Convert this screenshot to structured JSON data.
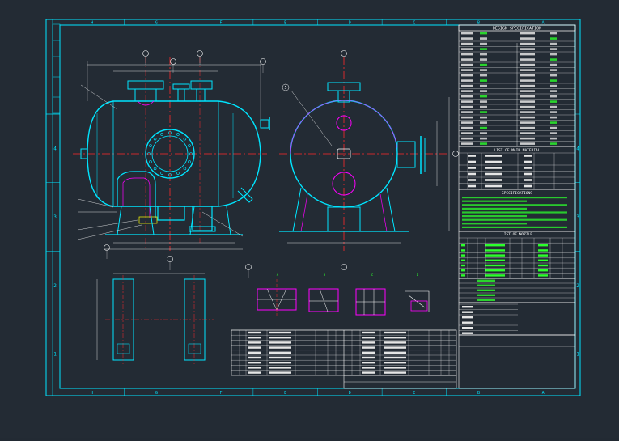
{
  "frame": {
    "top_zones": [
      "H",
      "G",
      "F",
      "E",
      "D",
      "C",
      "B",
      "A"
    ],
    "bottom_zones": [
      "H",
      "G",
      "F",
      "E",
      "D",
      "C",
      "B",
      "A"
    ],
    "side_rows": [
      "4",
      "3",
      "2",
      "1"
    ]
  },
  "spec": {
    "title": "DESIGN SPECIFICATION",
    "materials_title": "LIST OF MAIN MATERIAL",
    "notes_title": "SPECIFICATIONS",
    "nozzle_title": "LIST OF NOZZLE"
  },
  "views": {
    "section_d": "D",
    "section_b": "B",
    "section_c": "C",
    "balloon_5": "5"
  },
  "colors": {
    "background": "#232b34",
    "frame": "#00e5ff",
    "vessel": "#00e5ff",
    "centerline": "#ff2a2a",
    "dimension": "#ffffff",
    "detail": "#ff00ff",
    "highlight": "#ffff00",
    "text_green": "#2cff2c"
  }
}
